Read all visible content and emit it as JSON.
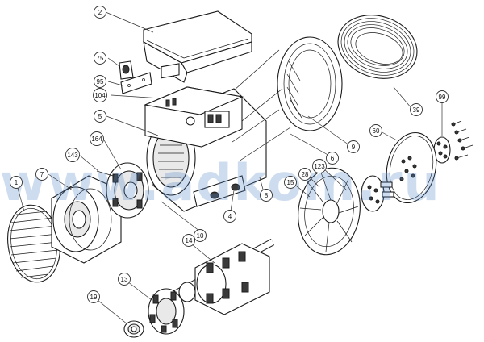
{
  "watermark": "www.adkom.ru",
  "callouts": [
    {
      "id": "c2",
      "label": "2"
    },
    {
      "id": "c75",
      "label": "75"
    },
    {
      "id": "c95",
      "label": "95"
    },
    {
      "id": "c104",
      "label": "104"
    },
    {
      "id": "c5",
      "label": "5"
    },
    {
      "id": "c164",
      "label": "164"
    },
    {
      "id": "c143",
      "label": "143"
    },
    {
      "id": "c7",
      "label": "7"
    },
    {
      "id": "c1",
      "label": "1"
    },
    {
      "id": "c39",
      "label": "39"
    },
    {
      "id": "c99",
      "label": "99"
    },
    {
      "id": "c60",
      "label": "60"
    },
    {
      "id": "c9",
      "label": "9"
    },
    {
      "id": "c6",
      "label": "6"
    },
    {
      "id": "c123",
      "label": "123"
    },
    {
      "id": "c28",
      "label": "28"
    },
    {
      "id": "c15",
      "label": "15"
    },
    {
      "id": "c8",
      "label": "8"
    },
    {
      "id": "c4",
      "label": "4"
    },
    {
      "id": "c10",
      "label": "10"
    },
    {
      "id": "c14",
      "label": "14"
    },
    {
      "id": "c13",
      "label": "13"
    },
    {
      "id": "c19",
      "label": "19"
    }
  ]
}
